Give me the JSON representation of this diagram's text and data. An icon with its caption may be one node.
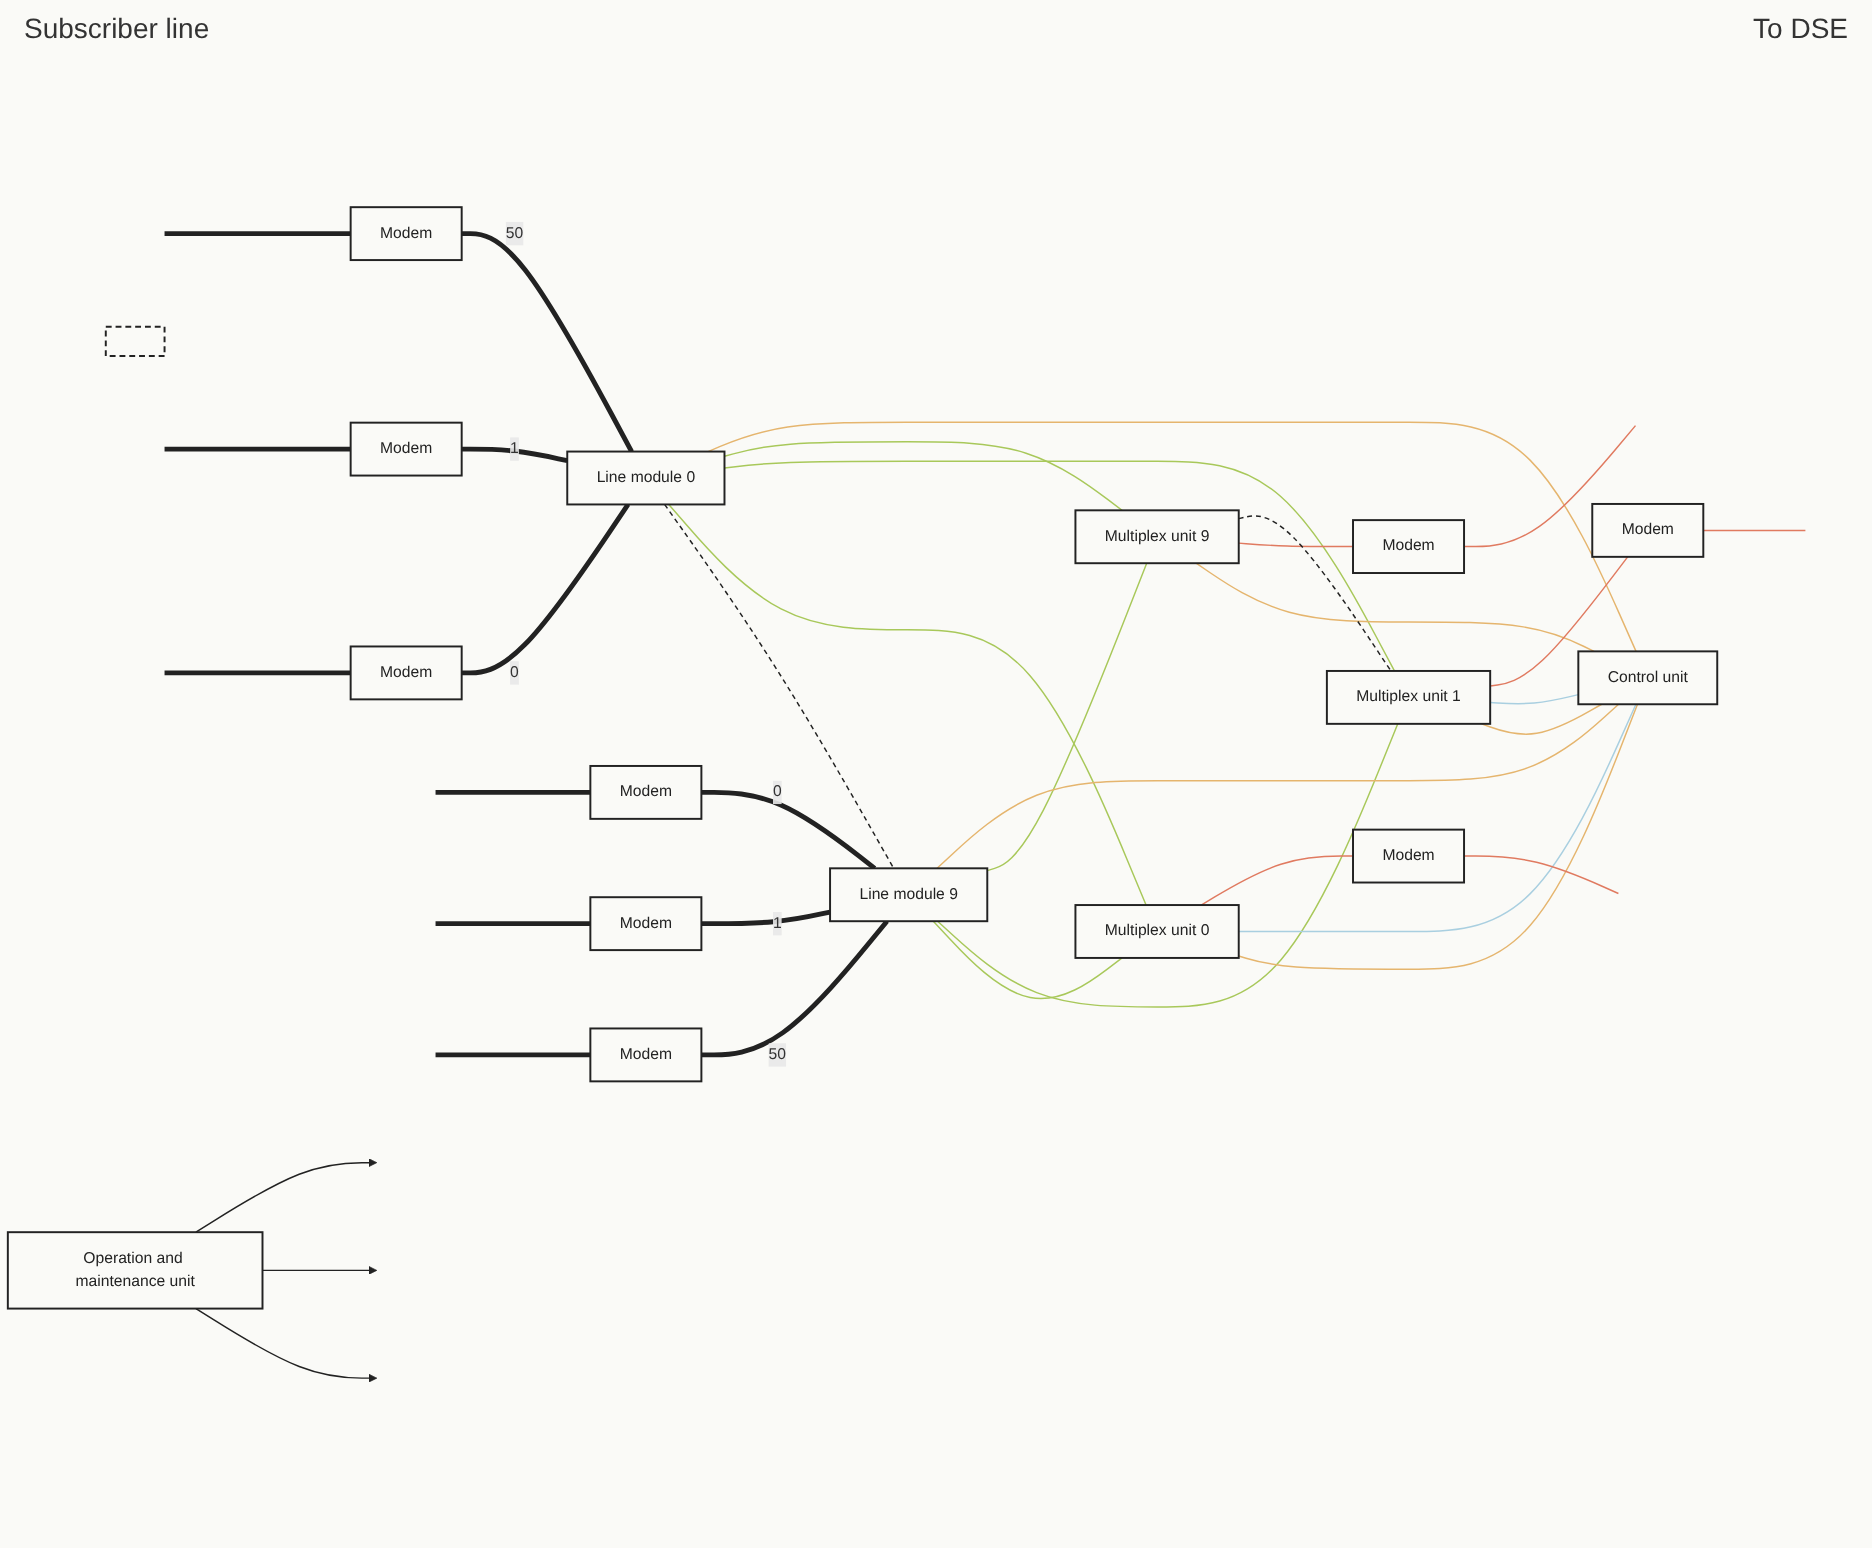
{
  "diagram": {
    "nodes": [
      {
        "text": [
          "Modem"
        ]
      },
      {
        "text": [
          "Modem"
        ]
      },
      {
        "text": [
          "Modem"
        ]
      },
      {
        "text": [
          "Line module 0"
        ]
      },
      {
        "text": [
          "Modem"
        ]
      },
      {
        "text": [
          "Modem"
        ]
      },
      {
        "text": [
          "Modem"
        ]
      },
      {
        "text": [
          "Line module 9"
        ]
      },
      {
        "text": [
          "Multiplex unit 0"
        ]
      },
      {
        "text": [
          "Modem"
        ]
      },
      {
        "text": [
          "Multiplex unit 1"
        ]
      },
      {
        "text": [
          "Modem"
        ]
      },
      {
        "text": [
          "Multiplex unit 9"
        ]
      },
      {
        "text": [
          "Modem"
        ]
      },
      {
        "text": [
          "Control unit"
        ]
      },
      {
        "text": [
          "Operation and maintenance unit"
        ]
      },
      {
        "text": [],
        "shape": "box"
      }
    ],
    "edges": [
      {
        "from": null,
        "to": 0,
        "arrow": "none",
        "style": "thick"
      },
      {
        "from": null,
        "to": 1,
        "arrow": "none",
        "style": "thick"
      },
      {
        "from": null,
        "to": 2,
        "arrow": "none",
        "style": "thick"
      },
      {
        "from": 0,
        "to": 3,
        "label": "0",
        "arrow": "none",
        "style": "thick"
      },
      {
        "from": 1,
        "to": 3,
        "label": "1",
        "arrow": "none",
        "style": "thick"
      },
      {
        "from": 2,
        "to": 3,
        "label": "50",
        "arrow": "none",
        "style": "thick"
      },
      {
        "from": null,
        "to": 4,
        "arrow": "none",
        "style": "thick"
      },
      {
        "from": null,
        "to": 5,
        "arrow": "none",
        "style": "thick"
      },
      {
        "from": null,
        "to": 6,
        "arrow": "none",
        "style": "thick"
      },
      {
        "from": 4,
        "to": 7,
        "label": "0",
        "arrow": "none",
        "style": "thick"
      },
      {
        "from": 5,
        "to": 7,
        "label": "1",
        "arrow": "none",
        "style": "thick"
      },
      {
        "from": 6,
        "to": 7,
        "label": "50",
        "arrow": "none",
        "style": "thick"
      },
      {
        "from": 3,
        "to": 7,
        "arrow": "none",
        "style": "dashed"
      },
      {
        "from": 3,
        "to": 8,
        "arrow": "none",
        "color": "#a8c85a"
      },
      {
        "from": 3,
        "to": 10,
        "arrow": "none",
        "color": "#a8c85a"
      },
      {
        "from": 3,
        "to": 12,
        "arrow": "none",
        "color": "#a8c85a"
      },
      {
        "from": 7,
        "to": 8,
        "arrow": "none",
        "color": "#a8c85a"
      },
      {
        "from": 7,
        "to": 10,
        "arrow": "none",
        "color": "#a8c85a"
      },
      {
        "from": 7,
        "to": 12,
        "arrow": "none",
        "color": "#a8c85a"
      },
      {
        "from": 3,
        "to": 14,
        "arrow": "none",
        "color": "#e5b56e"
      },
      {
        "from": 7,
        "to": 14,
        "arrow": "none",
        "color": "#e5b56e"
      },
      {
        "from": 8,
        "to": 14,
        "arrow": "none",
        "color": "#e5b56e"
      },
      {
        "from": 10,
        "to": 14,
        "arrow": "none",
        "color": "#e5b56e"
      },
      {
        "from": 12,
        "to": 14,
        "arrow": "none",
        "color": "#e5b56e"
      },
      {
        "from": 8,
        "to": 14,
        "arrow": "none",
        "color": "#a9cfe0"
      },
      {
        "from": 10,
        "to": 14,
        "arrow": "none",
        "color": "#a9cfe0"
      },
      {
        "from": 8,
        "to": 9,
        "arrow": "none",
        "color": "#e07a60"
      },
      {
        "from": 10,
        "to": 11,
        "arrow": "none",
        "color": "#e07a60"
      },
      {
        "from": 12,
        "to": 13,
        "arrow": "none",
        "color": "#e07a60"
      },
      {
        "from": 9,
        "to": null,
        "arrow": "none",
        "color": "#e07a60"
      },
      {
        "from": 11,
        "to": null,
        "arrow": "none",
        "color": "#e07a60"
      },
      {
        "from": 13,
        "to": null,
        "arrow": "none",
        "color": "#e07a60"
      },
      {
        "from": 12,
        "to": 10,
        "arrow": "none",
        "style": "dashed"
      },
      {
        "from": 15,
        "to": null,
        "arrow": "to"
      },
      {
        "from": 15,
        "to": null,
        "arrow": "to"
      },
      {
        "from": 15,
        "to": null,
        "arrow": "to"
      }
    ],
    "labels": [
      "Subscriber line",
      "To DSE"
    ]
  }
}
